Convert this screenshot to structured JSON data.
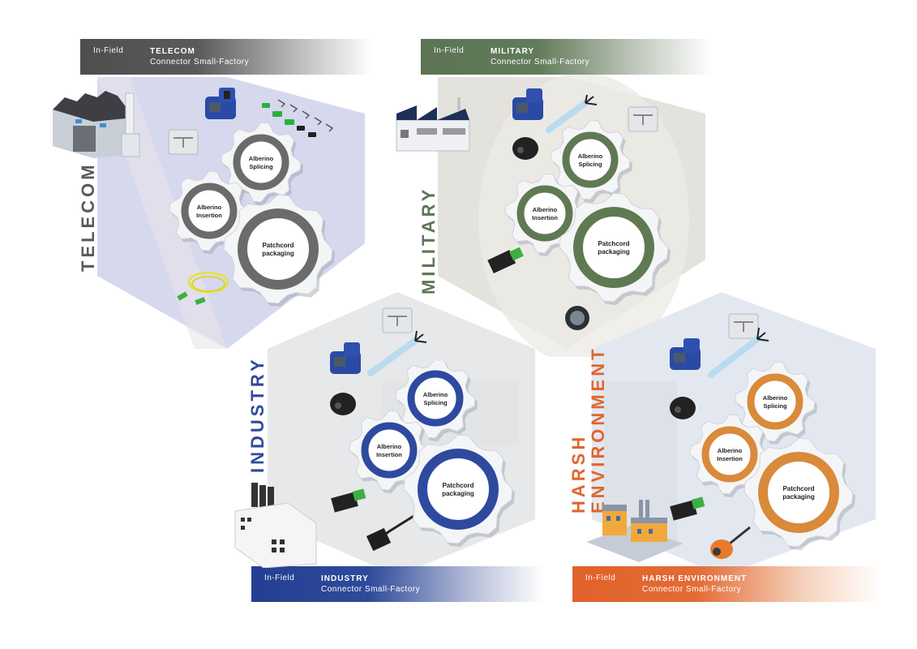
{
  "panels": [
    {
      "id": "telecom",
      "side_label": "TELECOM",
      "banner": {
        "prefix": "In-Field",
        "line1": "TELECOM",
        "line2": "Connector Small-Factory"
      },
      "colors": {
        "accent": "#5a5a5a",
        "ring": "#6b6b6b",
        "hex_bg": "#d6d8ee",
        "label": "#5a5a5a"
      },
      "gears": {
        "g1": [
          "Alberino",
          "Splicing"
        ],
        "g2": [
          "Alberino",
          "Insertion"
        ],
        "g3": [
          "Patchcord",
          "packaging"
        ]
      },
      "illustrations": [
        "factory-icon",
        "splicer-device-icon",
        "connector-set-icon",
        "splice-holder-icon",
        "patchcord-icon"
      ]
    },
    {
      "id": "military",
      "side_label": "MILITARY",
      "banner": {
        "prefix": "In-Field",
        "line1": "MILITARY",
        "line2": "Connector Small-Factory"
      },
      "colors": {
        "accent": "#5d7656",
        "ring": "#5f7a52",
        "hex_bg": "#e4e2dc",
        "label": "#5d7656"
      },
      "gears": {
        "g1": [
          "Alberino",
          "Splicing"
        ],
        "g2": [
          "Alberino",
          "Insertion"
        ],
        "g3": [
          "Patchcord",
          "packaging"
        ]
      },
      "illustrations": [
        "factory-icon",
        "splicer-device-icon",
        "connector-icon",
        "splice-holder-icon",
        "circular-connector-icon"
      ]
    },
    {
      "id": "industry",
      "side_label": "INDUSTRY",
      "banner": {
        "prefix": "In-Field",
        "line1": "INDUSTRY",
        "line2": "Connector Small-Factory"
      },
      "colors": {
        "accent": "#2f4a9a",
        "ring": "#2e4a9e",
        "hex_bg": "#e6e8ea",
        "label": "#2f4a9a"
      },
      "gears": {
        "g1": [
          "Alberino",
          "Splicing"
        ],
        "g2": [
          "Alberino",
          "Insertion"
        ],
        "g3": [
          "Patchcord",
          "packaging"
        ]
      },
      "illustrations": [
        "factory-icon",
        "splicer-device-icon",
        "connector-icon",
        "splice-holder-icon",
        "rj-connector-icon"
      ]
    },
    {
      "id": "harsh",
      "side_label_line1": "HARSH",
      "side_label_line2": "ENVIRONMENT",
      "banner": {
        "prefix": "In-Field",
        "line1": "HARSH ENVIRONMENT",
        "line2": "Connector Small-Factory"
      },
      "colors": {
        "accent": "#e0662e",
        "ring": "#d98a3a",
        "hex_bg": "#e3e8f0",
        "label": "#e0662e"
      },
      "gears": {
        "g1": [
          "Alberino",
          "Splicing"
        ],
        "g2": [
          "Alberino",
          "Insertion"
        ],
        "g3": [
          "Patchcord",
          "packaging"
        ]
      },
      "illustrations": [
        "plant-icon",
        "splicer-device-icon",
        "connector-icon",
        "splice-holder-icon",
        "orange-connector-icon"
      ]
    }
  ]
}
